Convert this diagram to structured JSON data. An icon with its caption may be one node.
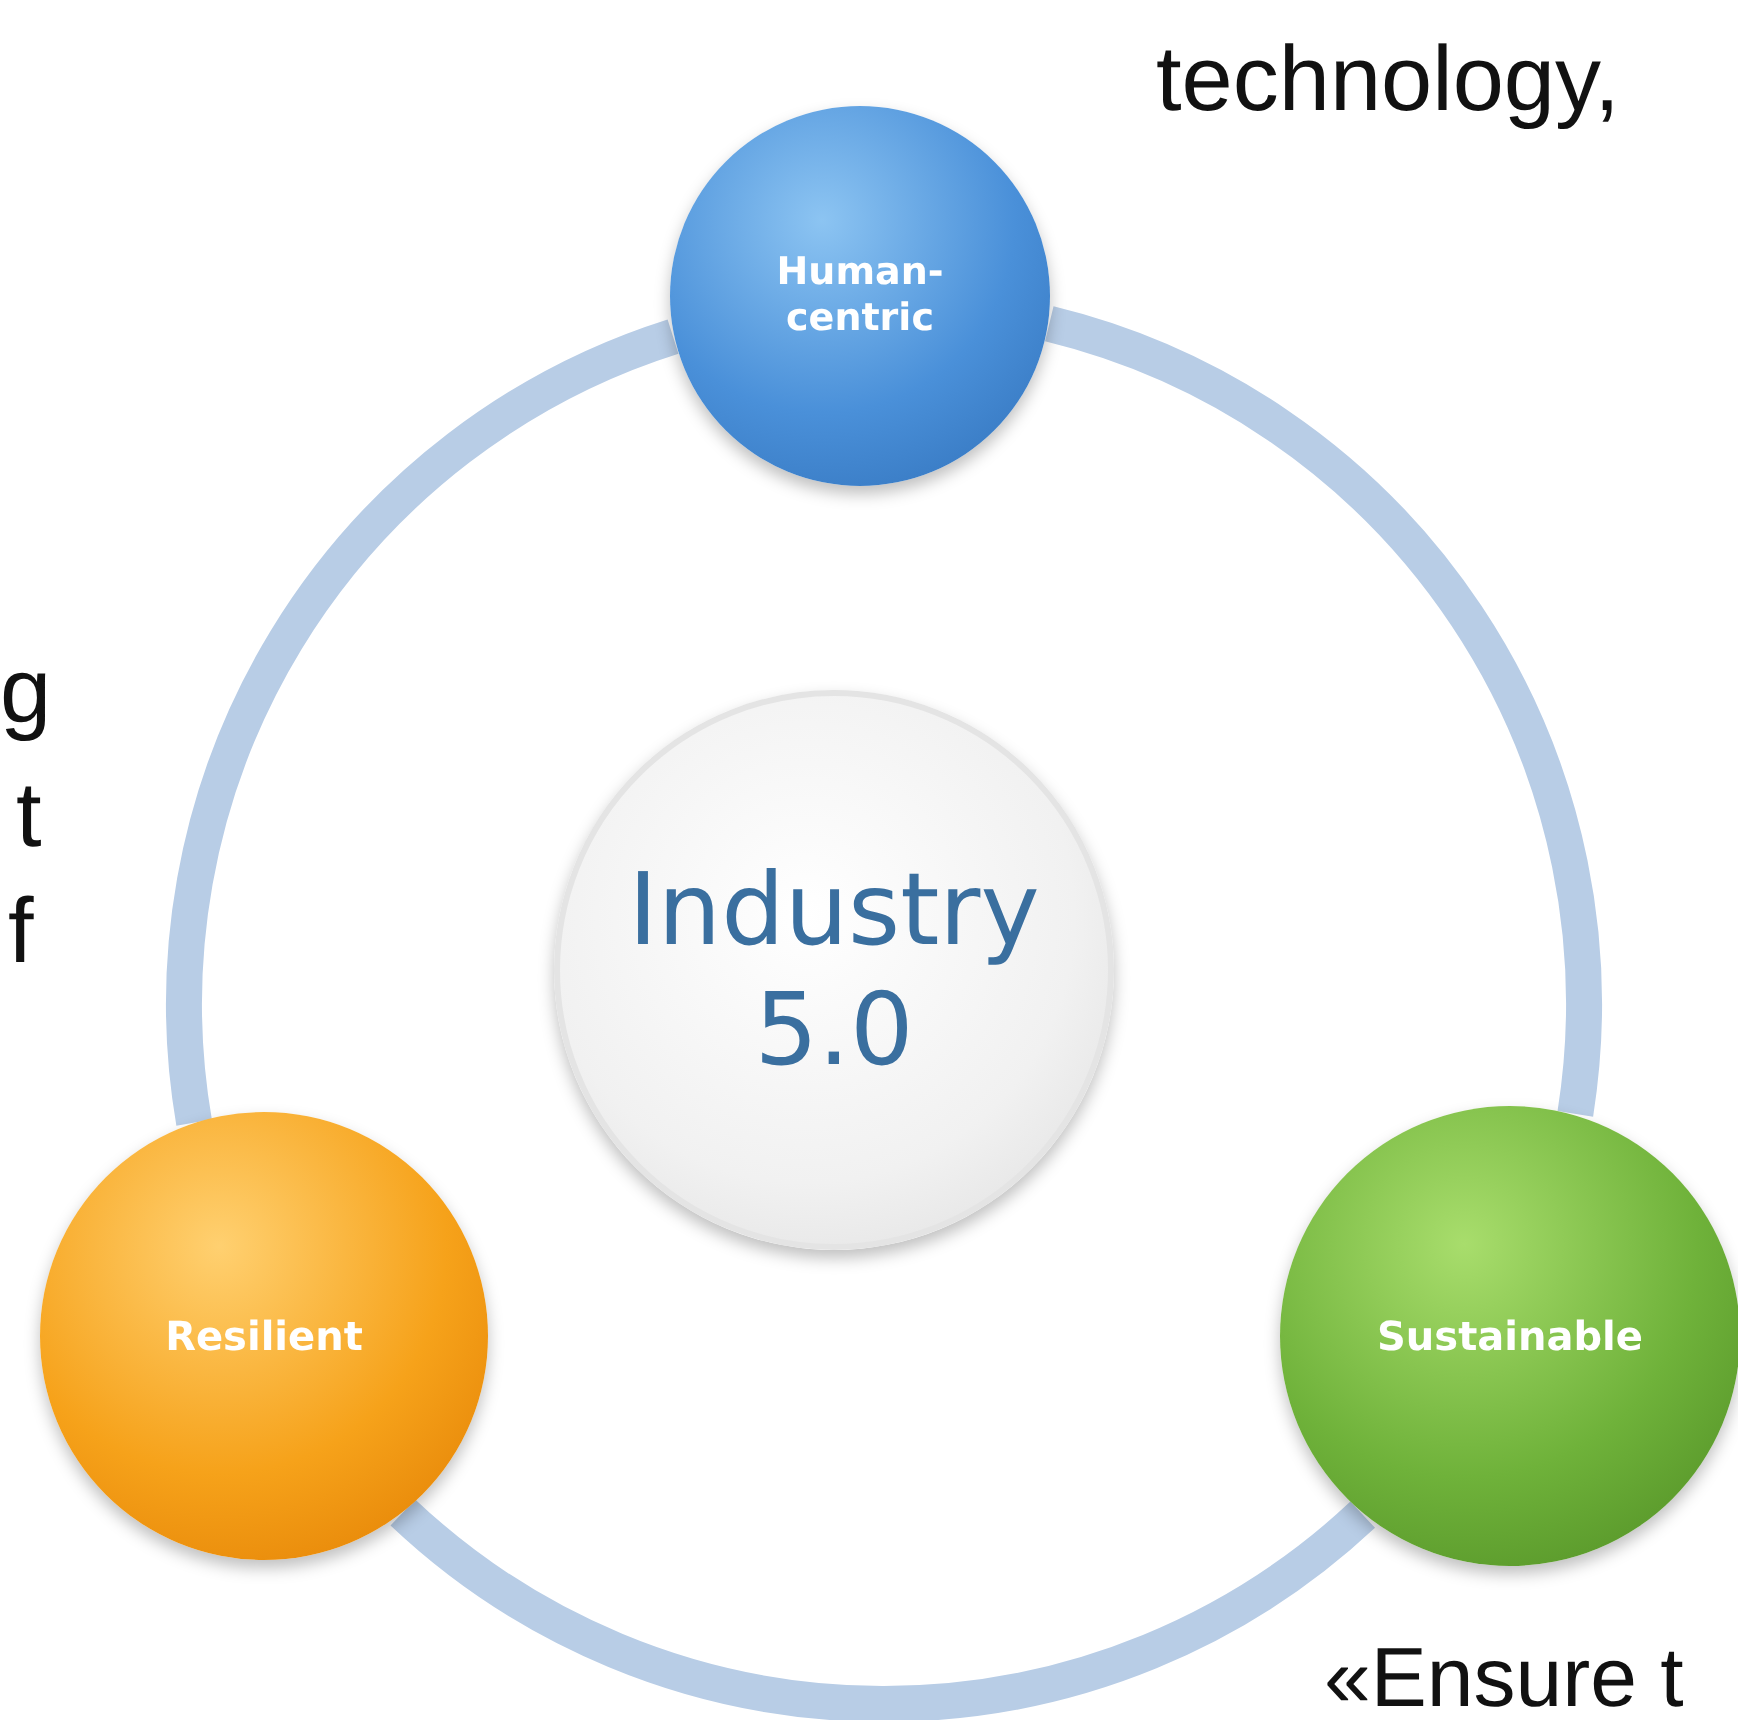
{
  "diagram": {
    "nodes": [
      {
        "text": [
          "Human- centric"
        ]
      },
      {
        "text": [
          "Industry 5.0"
        ]
      },
      {
        "text": [
          "Resilient"
        ]
      },
      {
        "text": [
          "Sustainable"
        ]
      }
    ],
    "edges": [
      {
        "from": 0,
        "to": 2,
        "arrow": "none"
      },
      {
        "from": 2,
        "to": 3,
        "arrow": "none"
      },
      {
        "from": 3,
        "to": 0,
        "arrow": "none"
      }
    ],
    "labels": [
      "technology,",
      "g",
      "t",
      "f",
      "«Ensure t"
    ]
  }
}
